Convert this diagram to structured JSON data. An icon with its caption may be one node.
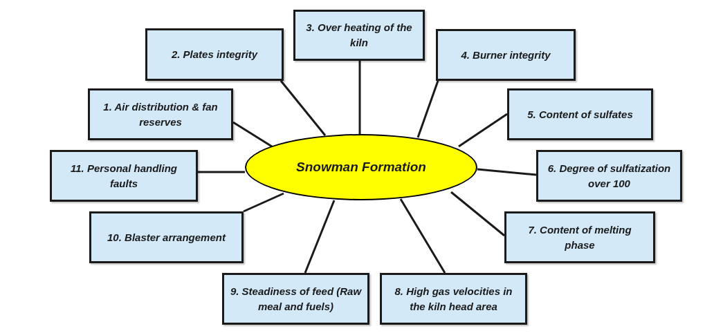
{
  "diagram": {
    "nodes": [
      {
        "text": [
          "Snowman Formation"
        ]
      },
      {
        "text": [
          "1. Air distribution & fan reserves"
        ]
      },
      {
        "text": [
          "2. Plates integrity"
        ]
      },
      {
        "text": [
          "3. Over heating of the kiln"
        ]
      },
      {
        "text": [
          "4. Burner integrity"
        ]
      },
      {
        "text": [
          "5. Content of sulfates"
        ]
      },
      {
        "text": [
          "6. Degree of sulfatization over 100"
        ]
      },
      {
        "text": [
          "7. Content of melting phase"
        ]
      },
      {
        "text": [
          "8. High gas velocities in the kiln head area"
        ]
      },
      {
        "text": [
          "9. Steadiness of feed (Raw meal and fuels)"
        ]
      },
      {
        "text": [
          "10. Blaster arrangement"
        ]
      },
      {
        "text": [
          "11. Personal handling faults"
        ]
      }
    ],
    "edges": [
      {
        "from": 0,
        "to": 1,
        "arrow": "none"
      },
      {
        "from": 0,
        "to": 2,
        "arrow": "none"
      },
      {
        "from": 0,
        "to": 3,
        "arrow": "none"
      },
      {
        "from": 0,
        "to": 4,
        "arrow": "none"
      },
      {
        "from": 0,
        "to": 5,
        "arrow": "none"
      },
      {
        "from": 0,
        "to": 6,
        "arrow": "none"
      },
      {
        "from": 0,
        "to": 7,
        "arrow": "none"
      },
      {
        "from": 0,
        "to": 8,
        "arrow": "none"
      },
      {
        "from": 0,
        "to": 9,
        "arrow": "none"
      },
      {
        "from": 0,
        "to": 10,
        "arrow": "none"
      },
      {
        "from": 0,
        "to": 11,
        "arrow": "none"
      }
    ]
  }
}
